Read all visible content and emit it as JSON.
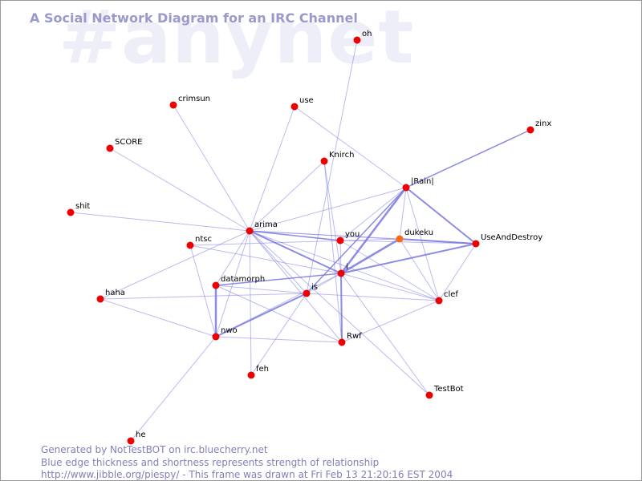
{
  "watermark": "#anynet",
  "title": "A Social Network Diagram for an IRC Channel",
  "footer": {
    "line1": "Generated by NotTestBOT on irc.bluecherry.net",
    "line2": "Blue edge thickness and shortness represents strength of relationship",
    "line3": "http://www.jibble.org/piespy/ - This frame was drawn at Fri Feb 13 21:20:16 EST 2004"
  },
  "colors": {
    "edge": "#7878e0",
    "node": "#ee0000",
    "node_active": "#ff6a10",
    "title": "#9999cc",
    "footer": "#8080b8"
  },
  "nodes": [
    {
      "id": "oh",
      "label": "oh"
    },
    {
      "id": "crimsun",
      "label": "crimsun"
    },
    {
      "id": "use",
      "label": "use"
    },
    {
      "id": "zinx",
      "label": "zinx"
    },
    {
      "id": "SCORE",
      "label": "SCORE"
    },
    {
      "id": "Knirch",
      "label": "Knirch"
    },
    {
      "id": "Rain",
      "label": "|Rain|"
    },
    {
      "id": "shit",
      "label": "shit"
    },
    {
      "id": "arima",
      "label": "arima"
    },
    {
      "id": "ntsc",
      "label": "ntsc"
    },
    {
      "id": "you",
      "label": "you"
    },
    {
      "id": "dukeku",
      "label": "dukeku",
      "active": true
    },
    {
      "id": "UseAndDestroy",
      "label": "UseAndDestroy"
    },
    {
      "id": "i",
      "label": "i"
    },
    {
      "id": "datamorph",
      "label": "datamorph"
    },
    {
      "id": "is",
      "label": "is"
    },
    {
      "id": "clef",
      "label": "clef"
    },
    {
      "id": "haha",
      "label": "haha"
    },
    {
      "id": "nwo",
      "label": "nwo"
    },
    {
      "id": "Rwf",
      "label": "Rwf"
    },
    {
      "id": "feh",
      "label": "feh"
    },
    {
      "id": "TestBot",
      "label": "TestBot"
    },
    {
      "id": "he",
      "label": "he"
    }
  ],
  "edges": [
    [
      "oh",
      "is",
      1
    ],
    [
      "crimsun",
      "arima",
      1
    ],
    [
      "use",
      "arima",
      1
    ],
    [
      "use",
      "Rain",
      1
    ],
    [
      "zinx",
      "Rain",
      1.5
    ],
    [
      "SCORE",
      "arima",
      1
    ],
    [
      "shit",
      "arima",
      1
    ],
    [
      "Knirch",
      "arima",
      1
    ],
    [
      "Knirch",
      "i",
      1
    ],
    [
      "Knirch",
      "Rwf",
      1
    ],
    [
      "Rain",
      "arima",
      1
    ],
    [
      "Rain",
      "you",
      1
    ],
    [
      "Rain",
      "i",
      2.5
    ],
    [
      "Rain",
      "is",
      1.5
    ],
    [
      "Rain",
      "UseAndDestroy",
      2
    ],
    [
      "Rain",
      "dukeku",
      1
    ],
    [
      "Rain",
      "clef",
      1
    ],
    [
      "arima",
      "you",
      1.5
    ],
    [
      "arima",
      "dukeku",
      1
    ],
    [
      "arima",
      "UseAndDestroy",
      1
    ],
    [
      "arima",
      "i",
      2
    ],
    [
      "arima",
      "datamorph",
      1
    ],
    [
      "arima",
      "is",
      1
    ],
    [
      "arima",
      "nwo",
      1
    ],
    [
      "arima",
      "Rwf",
      1
    ],
    [
      "arima",
      "feh",
      1
    ],
    [
      "arima",
      "haha",
      1
    ],
    [
      "arima",
      "clef",
      1
    ],
    [
      "ntsc",
      "i",
      1
    ],
    [
      "ntsc",
      "nwo",
      1
    ],
    [
      "ntsc",
      "dukeku",
      1
    ],
    [
      "you",
      "i",
      1
    ],
    [
      "you",
      "clef",
      1
    ],
    [
      "you",
      "UseAndDestroy",
      1
    ],
    [
      "dukeku",
      "i",
      2.5
    ],
    [
      "dukeku",
      "UseAndDestroy",
      2
    ],
    [
      "dukeku",
      "clef",
      1
    ],
    [
      "UseAndDestroy",
      "i",
      2
    ],
    [
      "UseAndDestroy",
      "clef",
      1
    ],
    [
      "i",
      "datamorph",
      1.5
    ],
    [
      "i",
      "is",
      1
    ],
    [
      "i",
      "Rwf",
      2
    ],
    [
      "i",
      "clef",
      1
    ],
    [
      "i",
      "nwo",
      1
    ],
    [
      "i",
      "TestBot",
      1
    ],
    [
      "datamorph",
      "nwo",
      2.5
    ],
    [
      "datamorph",
      "is",
      1
    ],
    [
      "datamorph",
      "Rwf",
      1
    ],
    [
      "is",
      "nwo",
      2
    ],
    [
      "is",
      "haha",
      1
    ],
    [
      "is",
      "clef",
      1
    ],
    [
      "is",
      "feh",
      1
    ],
    [
      "haha",
      "nwo",
      1
    ],
    [
      "nwo",
      "Rwf",
      1
    ],
    [
      "nwo",
      "he",
      1
    ],
    [
      "Rwf",
      "clef",
      1
    ],
    [
      "arima",
      "TestBot",
      1
    ]
  ]
}
